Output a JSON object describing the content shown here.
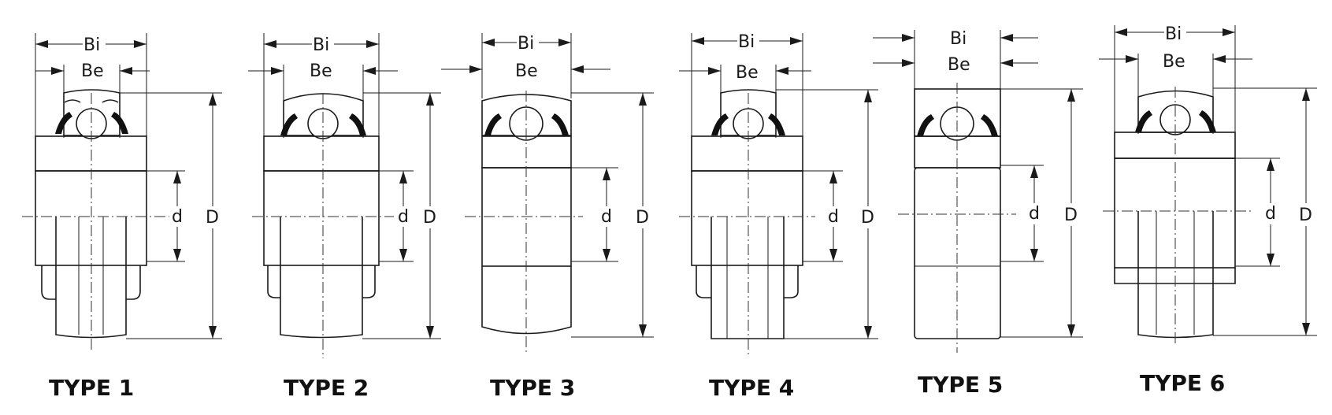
{
  "labels": {
    "bi": "Bi",
    "be": "Be",
    "d_small": "d",
    "d_large": "D"
  },
  "types": [
    {
      "label": "TYPE 1"
    },
    {
      "label": "TYPE 2"
    },
    {
      "label": "TYPE 3"
    },
    {
      "label": "TYPE 4"
    },
    {
      "label": "TYPE 5"
    },
    {
      "label": "TYPE 6"
    }
  ],
  "colors": {
    "ink": "#1a1a1a",
    "background": "#ffffff"
  }
}
